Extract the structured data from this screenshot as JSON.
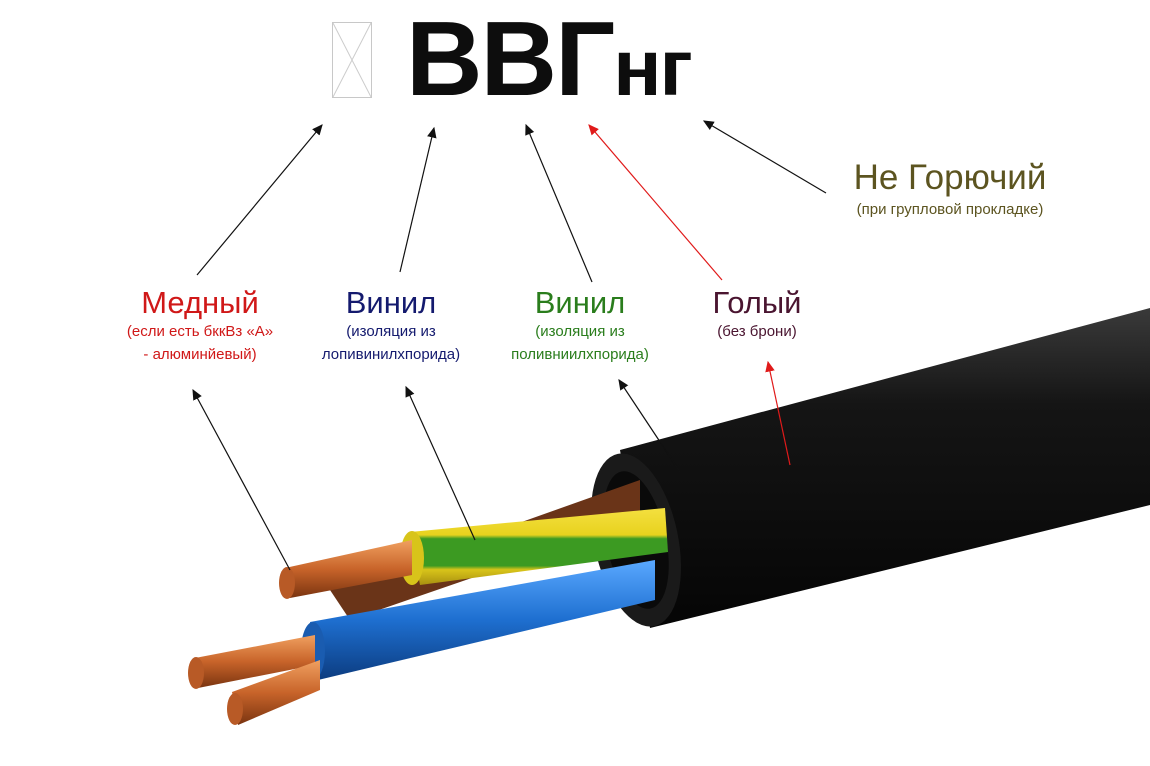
{
  "title": {
    "big": "ВВГ",
    "small": "нг"
  },
  "labels": [
    {
      "main": "Медный",
      "sub": [
        "(если есть бккВз «А»",
        "- алюминйевый)"
      ],
      "color": "#d01818"
    },
    {
      "main": "Винил",
      "sub": [
        "(изоляция из",
        "лопивинилхпорида)"
      ],
      "color": "#141a6e"
    },
    {
      "main": "Винил",
      "sub": [
        "(изоляция из",
        "поливниилхпорида)"
      ],
      "color": "#2a7d1c"
    },
    {
      "main": "Голый",
      "sub": [
        "(без брони)"
      ],
      "color": "#4a1530"
    }
  ],
  "fire": {
    "main": "Не Горючий",
    "sub": "(при групловой прокладке)",
    "color": "#5c5420"
  },
  "colors": {
    "arrow": "#111111",
    "arrow_red": "#e01a1a",
    "jacket": "#111111",
    "copper": "#c8642a",
    "blue": "#1e6fd0",
    "yellow": "#e8d21e",
    "green": "#3c9a22",
    "brown": "#6a3418"
  }
}
